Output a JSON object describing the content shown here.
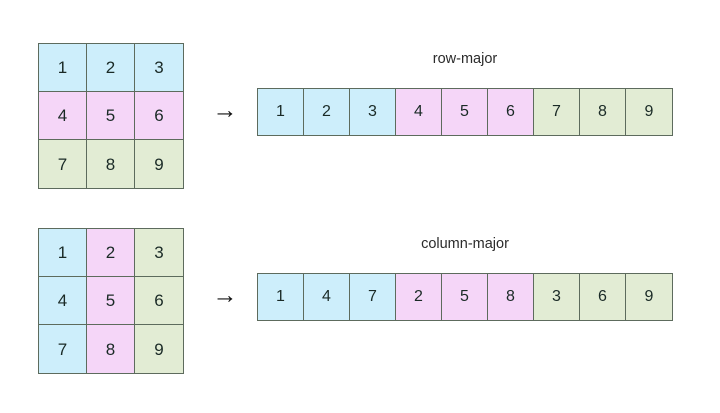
{
  "palette": {
    "blue": "#cdeefb",
    "pink": "#f5d6f8",
    "green": "#e2ecd4",
    "border": "#5d6b5d",
    "text": "#1a2a26",
    "background": "#ffffff"
  },
  "arrow_glyph": "→",
  "sections": [
    {
      "id": "row-major",
      "label": "row-major",
      "matrix": {
        "rows": 3,
        "cols": 3,
        "cells": [
          {
            "value": "1",
            "color": "blue"
          },
          {
            "value": "2",
            "color": "blue"
          },
          {
            "value": "3",
            "color": "blue"
          },
          {
            "value": "4",
            "color": "pink"
          },
          {
            "value": "5",
            "color": "pink"
          },
          {
            "value": "6",
            "color": "pink"
          },
          {
            "value": "7",
            "color": "green"
          },
          {
            "value": "8",
            "color": "green"
          },
          {
            "value": "9",
            "color": "green"
          }
        ]
      },
      "array": {
        "length": 9,
        "cells": [
          {
            "value": "1",
            "color": "blue"
          },
          {
            "value": "2",
            "color": "blue"
          },
          {
            "value": "3",
            "color": "blue"
          },
          {
            "value": "4",
            "color": "pink"
          },
          {
            "value": "5",
            "color": "pink"
          },
          {
            "value": "6",
            "color": "pink"
          },
          {
            "value": "7",
            "color": "green"
          },
          {
            "value": "8",
            "color": "green"
          },
          {
            "value": "9",
            "color": "green"
          }
        ]
      }
    },
    {
      "id": "column-major",
      "label": "column-major",
      "matrix": {
        "rows": 3,
        "cols": 3,
        "cells": [
          {
            "value": "1",
            "color": "blue"
          },
          {
            "value": "2",
            "color": "pink"
          },
          {
            "value": "3",
            "color": "green"
          },
          {
            "value": "4",
            "color": "blue"
          },
          {
            "value": "5",
            "color": "pink"
          },
          {
            "value": "6",
            "color": "green"
          },
          {
            "value": "7",
            "color": "blue"
          },
          {
            "value": "8",
            "color": "pink"
          },
          {
            "value": "9",
            "color": "green"
          }
        ]
      },
      "array": {
        "length": 9,
        "cells": [
          {
            "value": "1",
            "color": "blue"
          },
          {
            "value": "4",
            "color": "blue"
          },
          {
            "value": "7",
            "color": "blue"
          },
          {
            "value": "2",
            "color": "pink"
          },
          {
            "value": "5",
            "color": "pink"
          },
          {
            "value": "8",
            "color": "pink"
          },
          {
            "value": "3",
            "color": "green"
          },
          {
            "value": "6",
            "color": "green"
          },
          {
            "value": "9",
            "color": "green"
          }
        ]
      }
    }
  ]
}
